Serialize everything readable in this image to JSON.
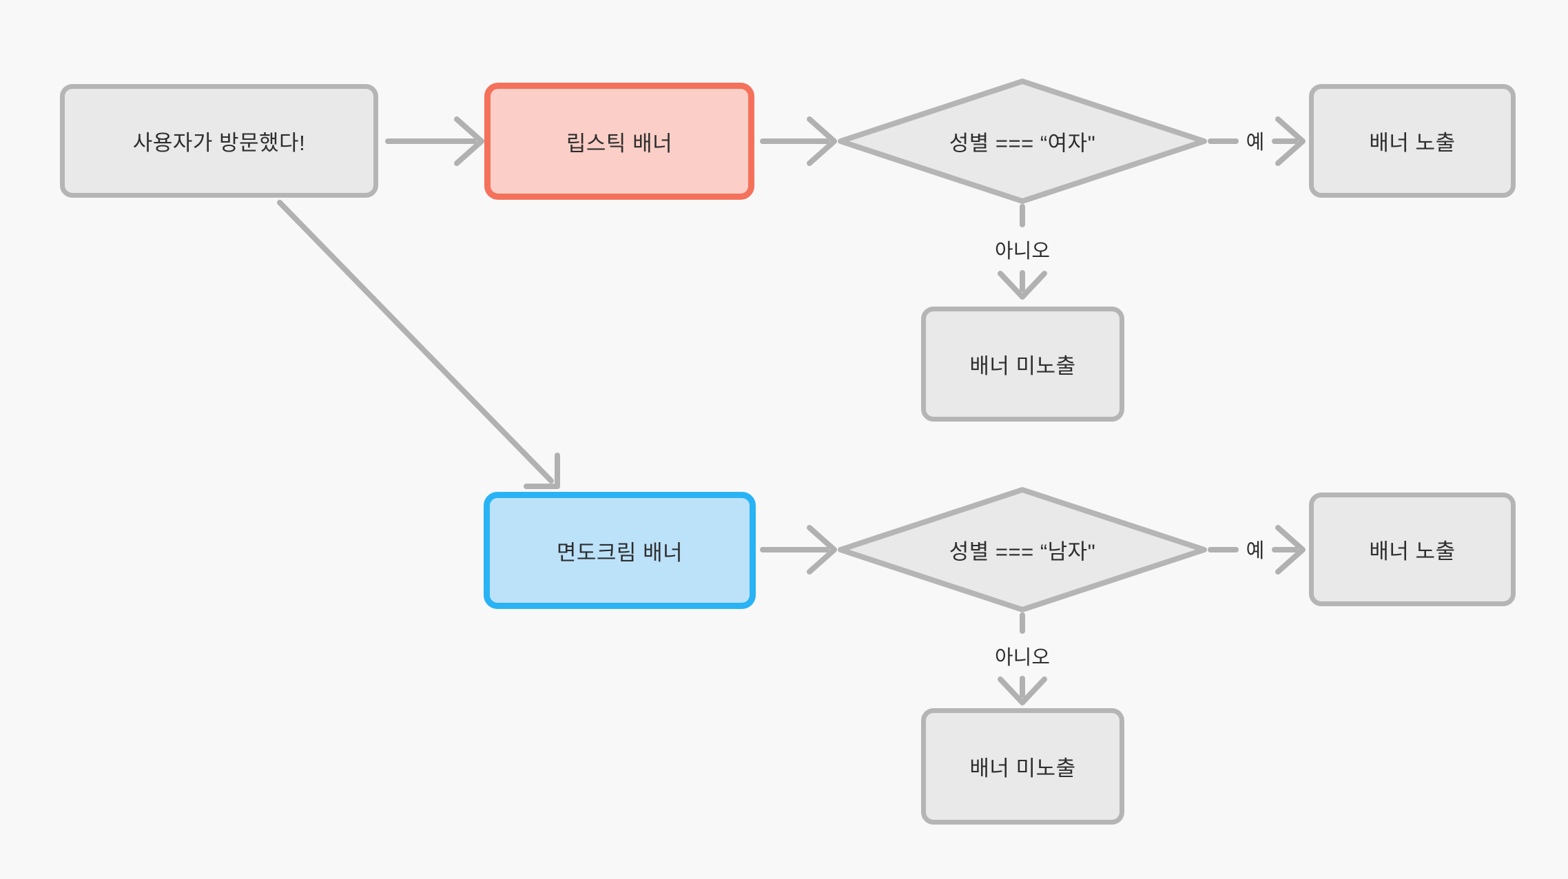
{
  "canvas": {
    "background": "#f8f8f8"
  },
  "palette": {
    "node_fill": "#e9e9e9",
    "node_border": "#b5b5b5",
    "highlight_red_fill": "#fbcfc7",
    "highlight_red_border": "#f4715b",
    "highlight_blue_fill": "#bce2fa",
    "highlight_blue_border": "#2ab3f4",
    "connector": "#b1b1b1",
    "text": "#2e2e2e"
  },
  "nodes": {
    "start": {
      "label": "사용자가 방문했다!"
    },
    "lipstick_banner": {
      "label": "립스틱 배너"
    },
    "shaving_cream_banner": {
      "label": "면도크림 배너"
    },
    "decision_female": {
      "label": "성별 === “여자\""
    },
    "decision_male": {
      "label": "성별 === “남자\""
    },
    "banner_shown_top": {
      "label": "배너 노출"
    },
    "banner_hidden_top": {
      "label": "배너 미노출"
    },
    "banner_shown_bottom": {
      "label": "배너 노출"
    },
    "banner_hidden_bottom": {
      "label": "배너 미노출"
    }
  },
  "edge_labels": {
    "yes_top": "예",
    "no_top": "아니오",
    "yes_bottom": "예",
    "no_bottom": "아니오"
  }
}
